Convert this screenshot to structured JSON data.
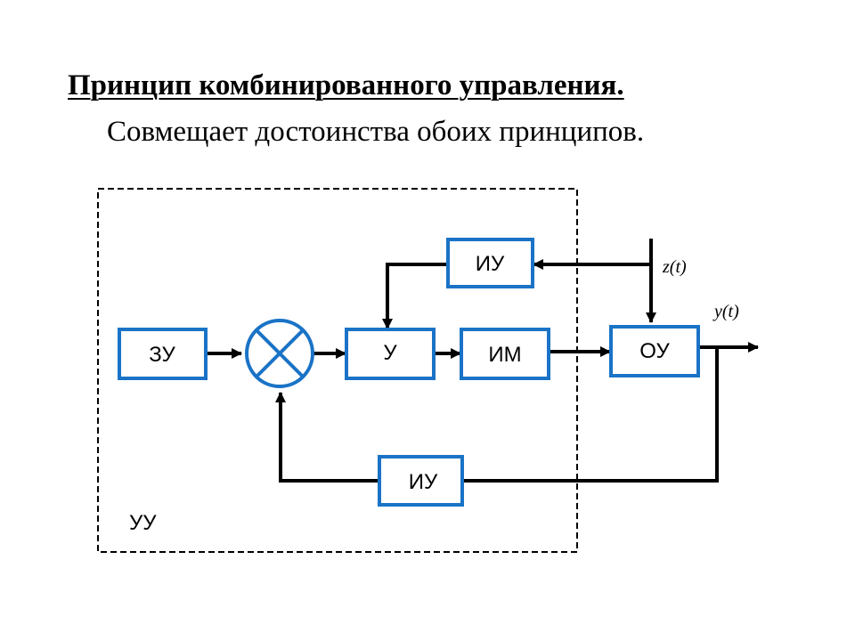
{
  "slide": {
    "title": "Принцип комбинированного управления.",
    "subtitle": "Совмещает достоинства обоих принципов."
  },
  "diagram": {
    "blocks": {
      "zu": "ЗУ",
      "u": "У",
      "im": "ИМ",
      "ou": "ОУ",
      "iu_top": "ИУ",
      "iu_bottom": "ИУ"
    },
    "signals": {
      "disturbance": "z(t)",
      "output": "y(t)"
    },
    "control_device": "УУ",
    "colors": {
      "block_border": "#1a73c6",
      "lines": "#000000"
    }
  }
}
